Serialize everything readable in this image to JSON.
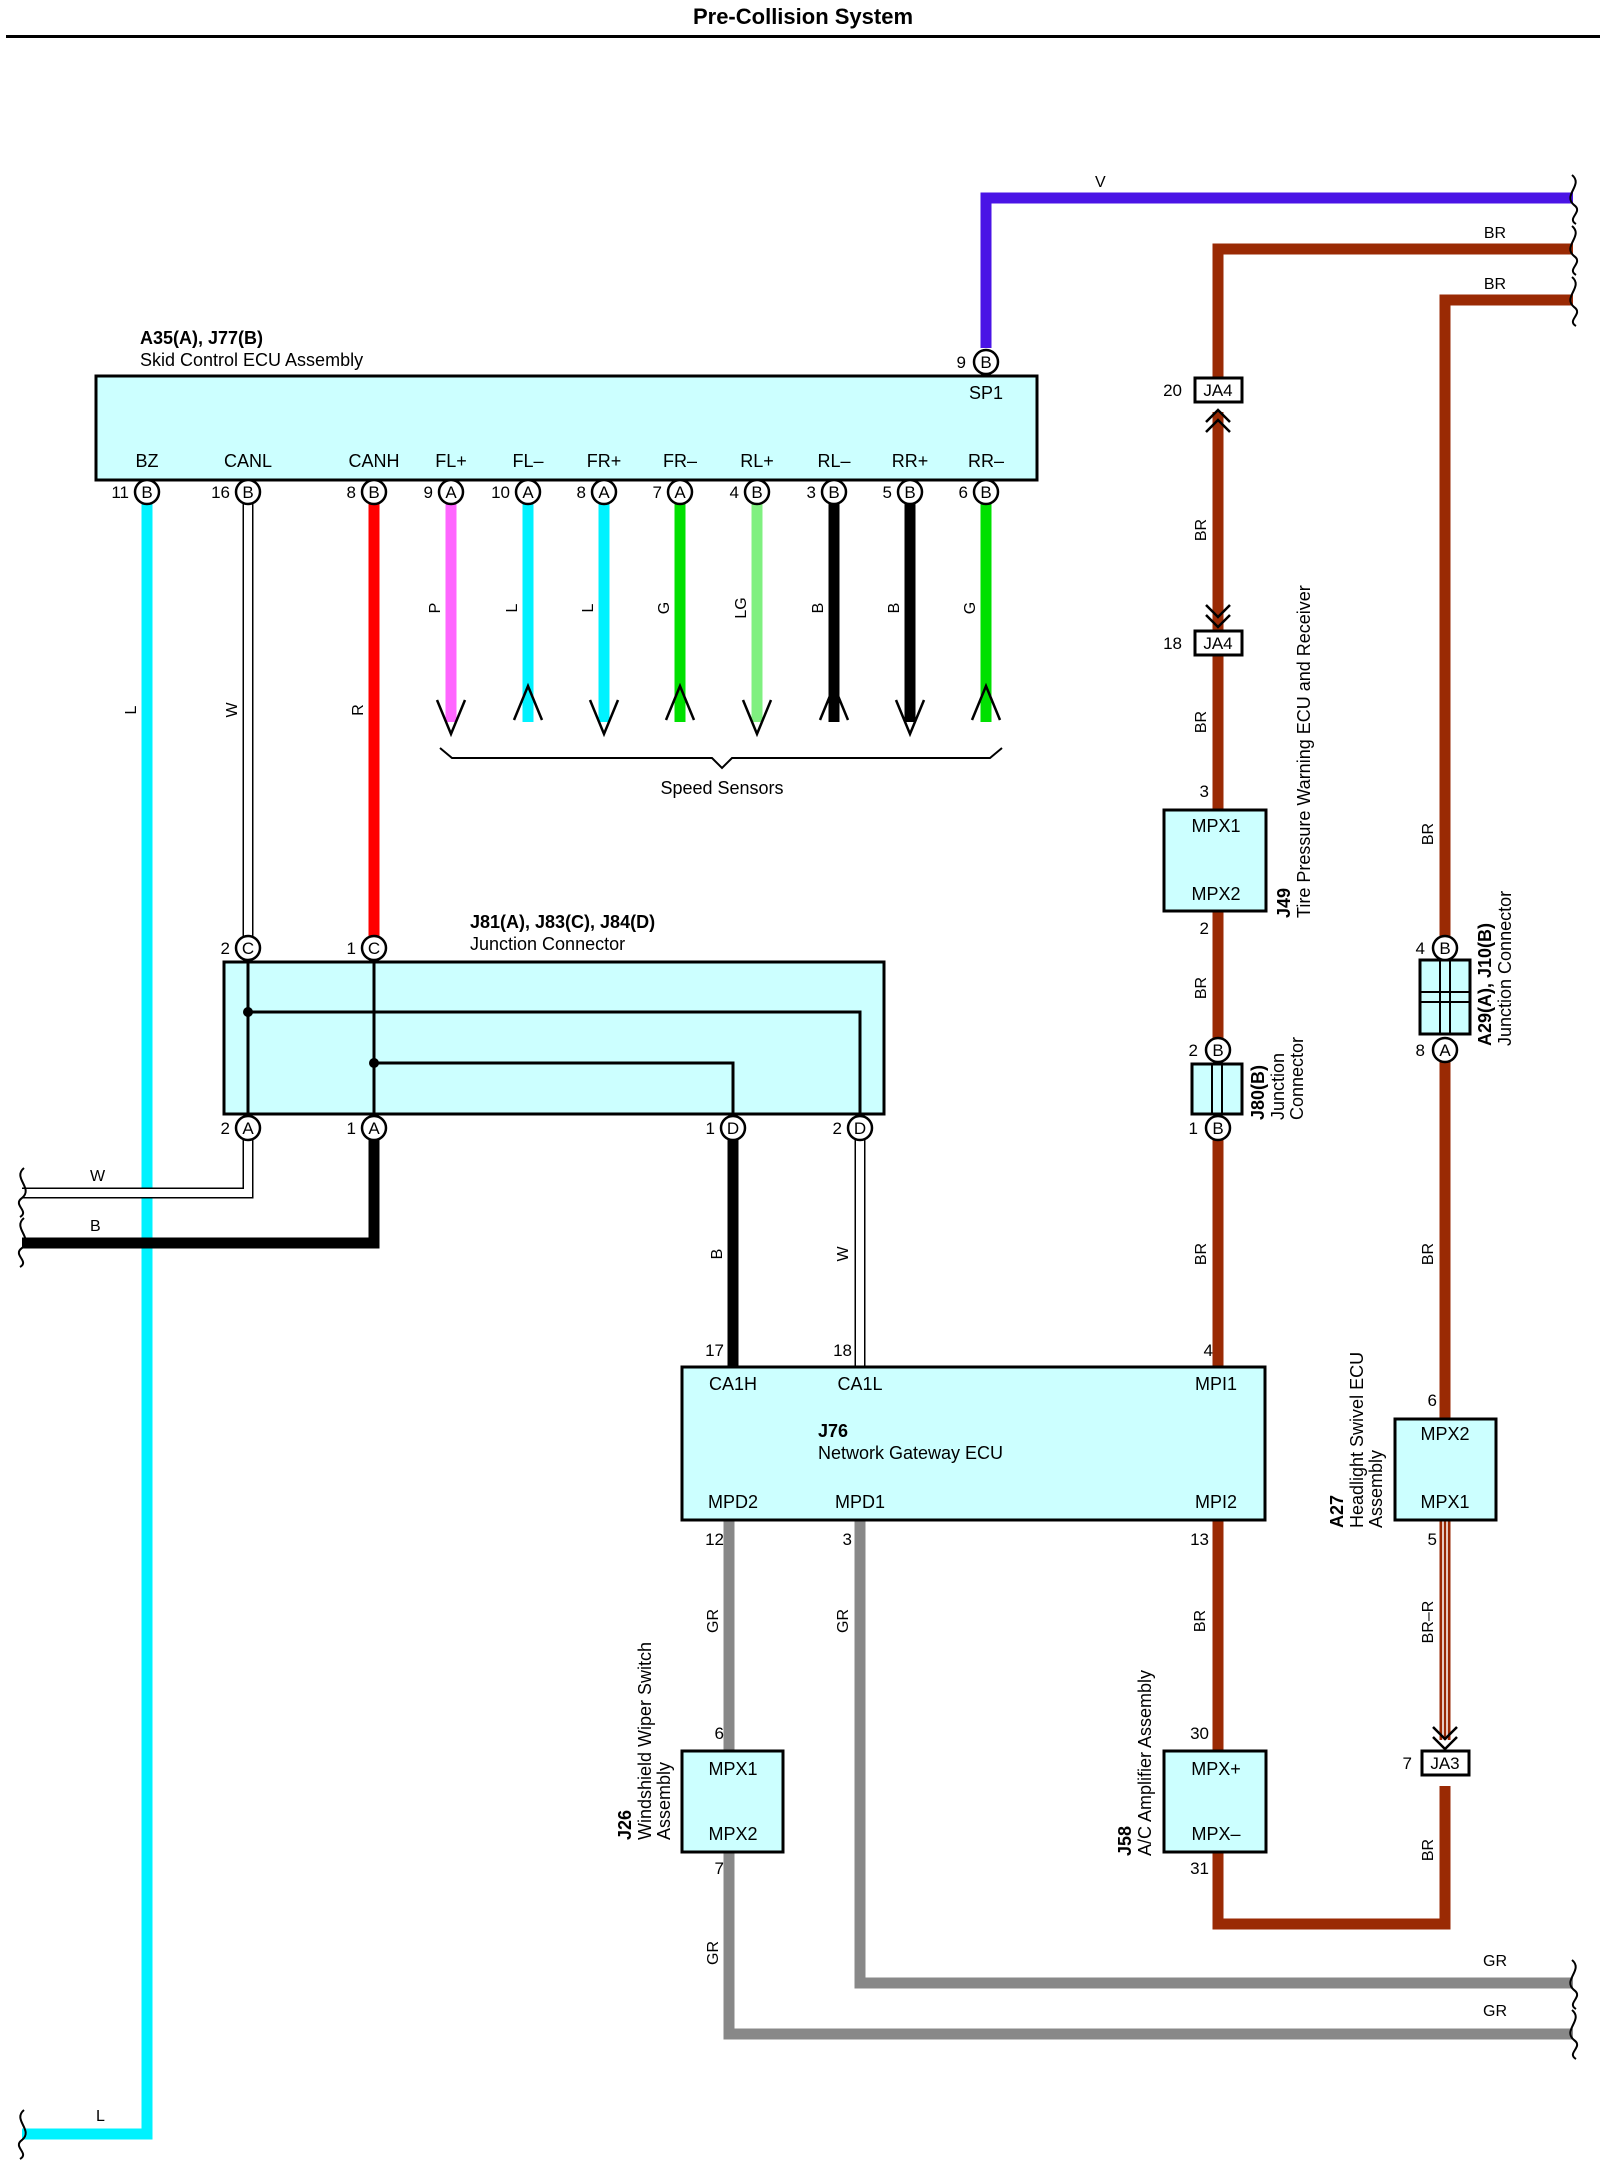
{
  "title": "Pre-Collision System",
  "colors": {
    "V": "#4a14e6",
    "BR": "#9a2a04",
    "L": "#00f2ff",
    "W": "#ffffff",
    "R": "#ff0000",
    "P": "#ff66ff",
    "G": "#00e000",
    "LG": "#80f080",
    "B": "#000000",
    "GR": "#888888",
    "box": "#ccffff"
  },
  "skid_ecu": {
    "id": "A35(A), J77(B)",
    "name": "Skid Control ECU Assembly",
    "sp1": {
      "num": "9",
      "conn": "B",
      "label": "SP1",
      "wire": "V"
    },
    "pins": [
      {
        "label": "BZ",
        "num": "11",
        "conn": "B",
        "wire": "L"
      },
      {
        "label": "CANL",
        "num": "16",
        "conn": "B",
        "wire": "W"
      },
      {
        "label": "CANH",
        "num": "8",
        "conn": "B",
        "wire": "R"
      },
      {
        "label": "FL+",
        "num": "9",
        "conn": "A",
        "wire": "P"
      },
      {
        "label": "FL–",
        "num": "10",
        "conn": "A",
        "wire": "L"
      },
      {
        "label": "FR+",
        "num": "8",
        "conn": "A",
        "wire": "L"
      },
      {
        "label": "FR–",
        "num": "7",
        "conn": "A",
        "wire": "G"
      },
      {
        "label": "RL+",
        "num": "4",
        "conn": "B",
        "wire": "LG"
      },
      {
        "label": "RL–",
        "num": "3",
        "conn": "B",
        "wire": "B"
      },
      {
        "label": "RR+",
        "num": "5",
        "conn": "B",
        "wire": "B"
      },
      {
        "label": "RR–",
        "num": "6",
        "conn": "B",
        "wire": "G"
      }
    ]
  },
  "speed_sensors_label": "Speed Sensors",
  "junction_connector_1": {
    "id": "J81(A), J83(C), J84(D)",
    "name": "Junction Connector",
    "top_pins": [
      {
        "num": "2",
        "conn": "C"
      },
      {
        "num": "1",
        "conn": "C"
      }
    ],
    "bottom_pins": [
      {
        "num": "2",
        "conn": "A"
      },
      {
        "num": "1",
        "conn": "A"
      },
      {
        "num": "1",
        "conn": "D"
      },
      {
        "num": "2",
        "conn": "D"
      }
    ]
  },
  "gateway": {
    "id": "J76",
    "name": "Network Gateway ECU",
    "pins_top": [
      {
        "label": "CA1H",
        "num": "17"
      },
      {
        "label": "CA1L",
        "num": "18"
      },
      {
        "label": "MPI1",
        "num": "4"
      }
    ],
    "pins_bottom": [
      {
        "label": "MPD2",
        "num": "12"
      },
      {
        "label": "MPD1",
        "num": "3"
      },
      {
        "label": "MPI2",
        "num": "13"
      }
    ]
  },
  "tpms": {
    "id": "J49",
    "name": "Tire Pressure Warning ECU and Receiver",
    "pin_top": {
      "label": "MPX1",
      "num": "3"
    },
    "pin_bottom": {
      "label": "MPX2",
      "num": "2"
    }
  },
  "ja4_top": {
    "label": "JA4",
    "num": "20"
  },
  "ja4_bottom": {
    "label": "JA4",
    "num": "18"
  },
  "j80": {
    "id": "J80(B)",
    "name1": "Junction",
    "name2": "Connector",
    "top": {
      "num": "2",
      "conn": "B"
    },
    "bottom": {
      "num": "1",
      "conn": "B"
    }
  },
  "a29": {
    "id": "A29(A), J10(B)",
    "name": "Junction Connector",
    "top": {
      "num": "4",
      "conn": "B"
    },
    "bottom": {
      "num": "8",
      "conn": "A"
    }
  },
  "headlight": {
    "id": "A27",
    "name1": "Headlight Swivel ECU",
    "name2": "Assembly",
    "pin_top": {
      "label": "MPX2",
      "num": "6"
    },
    "pin_bottom": {
      "label": "MPX1",
      "num": "5"
    }
  },
  "ja3": {
    "label": "JA3",
    "num": "7"
  },
  "wiper": {
    "id": "J26",
    "name1": "Windshield Wiper Switch",
    "name2": "Assembly",
    "pin_top": {
      "label": "MPX1",
      "num": "6"
    },
    "pin_bottom": {
      "label": "MPX2",
      "num": "7"
    }
  },
  "ac_amp": {
    "id": "J58",
    "name": "A/C Amplifier Assembly",
    "pin_top": {
      "label": "MPX+",
      "num": "30"
    },
    "pin_bottom": {
      "label": "MPX–",
      "num": "31"
    }
  },
  "wire_labels": {
    "V": "V",
    "BR": "BR",
    "BRR": "BR–R",
    "L": "L",
    "W": "W",
    "R": "R",
    "B": "B",
    "GR": "GR",
    "P": "P",
    "G": "G",
    "LG": "LG"
  }
}
